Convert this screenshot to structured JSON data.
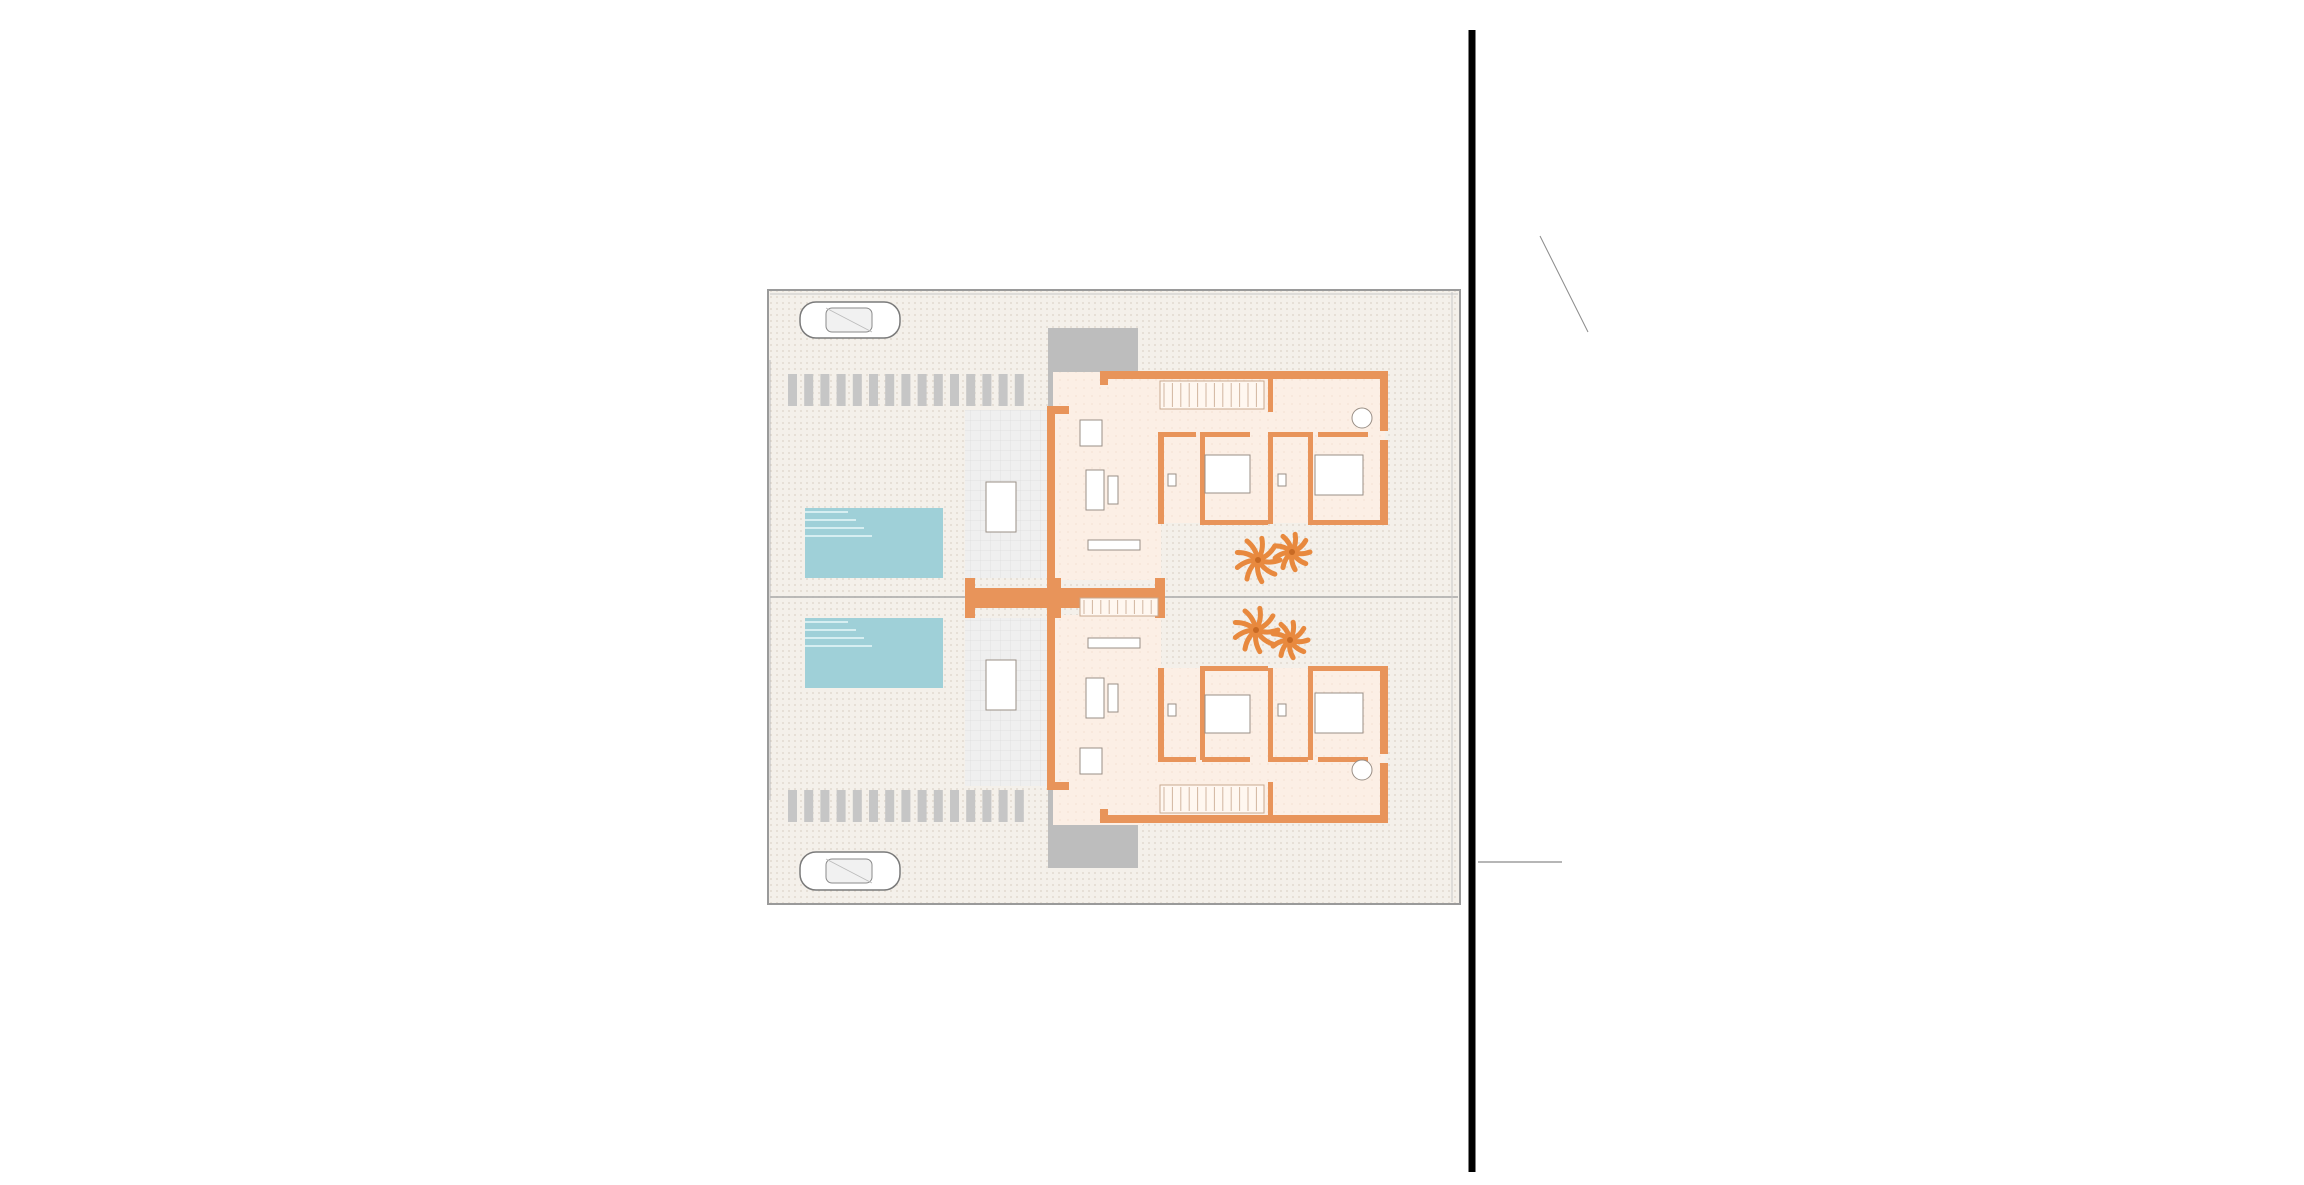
{
  "drawing": {
    "type": "architectural-site-plan",
    "units_shown": 2,
    "pools": 2,
    "cars": 2,
    "palm_trees": 2
  },
  "colors": {
    "background": "#ffffff",
    "site_paving": "#f3efe8",
    "site_dots": "#d9d2c6",
    "plot_outline": "#9a9a9a",
    "wall": "#e8945a",
    "wall_dark": "#d97a3a",
    "interior_floor": "#fbeee4",
    "pool_water": "#9fd0d8",
    "pool_steps": "#c7e6ea",
    "grey_pad": "#b9b9b9",
    "terrace_tile": "#eeeeee",
    "palm": "#e8893e",
    "boundary_line": "#000000",
    "thin_line": "#777777"
  },
  "icons": {
    "car": "car-icon",
    "palm": "palm-tree-icon",
    "bed": "bed-icon",
    "sofa": "sofa-icon",
    "table": "dining-table-icon"
  }
}
